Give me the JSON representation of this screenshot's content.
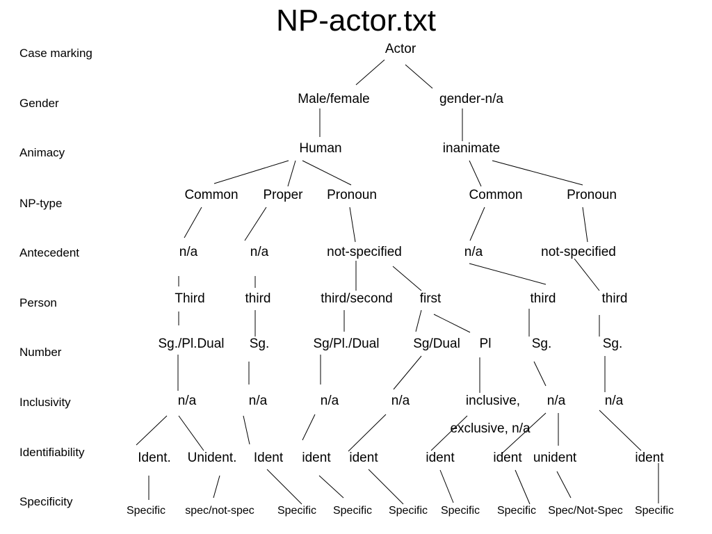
{
  "title": "NP-actor.txt",
  "row_labels": {
    "case_marking": "Case marking",
    "gender": "Gender",
    "animacy": "Animacy",
    "np_type": "NP-type",
    "antecedent": "Antecedent",
    "person": "Person",
    "number": "Number",
    "inclusivity": "Inclusivity",
    "identifiability": "Identifiability",
    "specificity": "Specificity"
  },
  "nodes": {
    "actor": "Actor",
    "male_female": "Male/female",
    "gender_na": "gender-n/a",
    "human": "Human",
    "inanimate": "inanimate",
    "common_h": "Common",
    "proper_h": "Proper",
    "pronoun_h": "Pronoun",
    "common_i": "Common",
    "pronoun_i": "Pronoun",
    "ante_na_common": "n/a",
    "ante_na_proper": "n/a",
    "ante_notspec_h": "not-specified",
    "ante_na_i": "n/a",
    "ante_notspec_i": "not-specified",
    "person_third_common": "Third",
    "person_third_proper": "third",
    "person_third_second": "third/second",
    "person_first": "first",
    "person_third_i_common": "third",
    "person_third_i_pronoun": "third",
    "num_sg_pl_dual": "Sg./Pl.Dual",
    "num_sg_proper": "Sg.",
    "num_sg_pl_dual_pron": "Sg/Pl./Dual",
    "num_sg_dual": "Sg/Dual",
    "num_pl": "Pl",
    "num_sg_i_common": "Sg.",
    "num_sg_i_pronoun": "Sg.",
    "incl_na_1": "n/a",
    "incl_na_2": "n/a",
    "incl_na_3": "n/a",
    "incl_na_4": "n/a",
    "incl_inclusive_l1": "inclusive,",
    "incl_inclusive_l2": "exclusive, n/a",
    "incl_na_5": "n/a",
    "incl_na_6": "n/a",
    "id_ident_1": "Ident.",
    "id_unident_1": "Unident.",
    "id_ident_2": "Ident",
    "id_ident_3": "ident",
    "id_ident_4": "ident",
    "id_ident_5": "ident",
    "id_ident_6": "ident",
    "id_unident_2": "unident",
    "id_ident_7": "ident",
    "spec_1": "Specific",
    "spec_2": "spec/not-spec",
    "spec_3": "Specific",
    "spec_4": "Specific",
    "spec_5": "Specific",
    "spec_6": "Specific",
    "spec_7": "Specific",
    "spec_8": "Spec/Not-Spec",
    "spec_9": "Specific"
  }
}
